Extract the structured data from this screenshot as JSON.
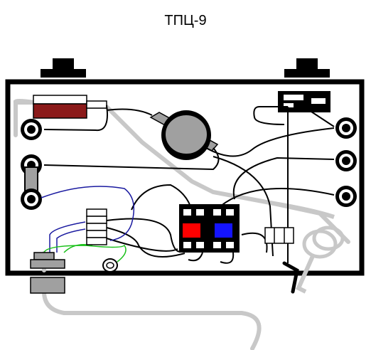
{
  "title": "ТПЦ-9",
  "colors": {
    "enclosure": "#000000",
    "background": "#ffffff",
    "mains_cable": "#c8c8c8",
    "wire": "#000000",
    "wire_blue": "#1a1aa0",
    "wire_green": "#19c019",
    "resistor": "#8b1a1a",
    "relay_red": "#ff0000",
    "relay_blue": "#1414ff",
    "cable_gland": "#a0a0a0"
  },
  "components": [
    {
      "name": "left-push-button"
    },
    {
      "name": "right-push-button"
    },
    {
      "name": "resistor"
    },
    {
      "name": "thermostat-disc"
    },
    {
      "name": "switch-top-right"
    },
    {
      "name": "jack-left-1"
    },
    {
      "name": "jack-left-2"
    },
    {
      "name": "jack-left-3"
    },
    {
      "name": "jack-right-1"
    },
    {
      "name": "jack-right-2"
    },
    {
      "name": "jack-right-3"
    },
    {
      "name": "terminal-block"
    },
    {
      "name": "relay-pair"
    },
    {
      "name": "fuse-holder"
    },
    {
      "name": "mains-cable"
    },
    {
      "name": "cable-gland"
    },
    {
      "name": "ground-screw"
    }
  ]
}
